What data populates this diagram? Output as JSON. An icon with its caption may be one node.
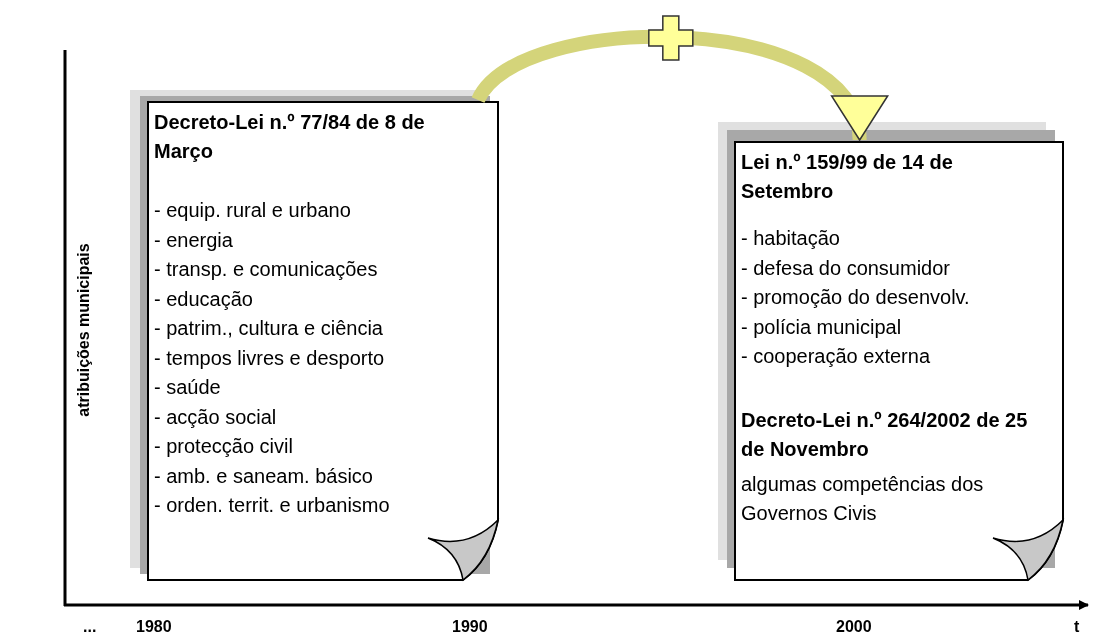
{
  "diagram": {
    "nodes": [
      {
        "text": [
          "Decreto-Lei n.º 77/84 de 8 de Março",
          "- equip. rural e urbano",
          "- energia",
          "- transp. e comunicações",
          "- educação",
          "- patrim., cultura e ciência",
          "- tempos livres e desporto",
          "- saúde",
          "- acção social",
          "- protecção civil",
          "- amb. e saneam. básico",
          "- orden. territ. e urbanismo"
        ]
      },
      {
        "text": [
          "Lei n.º 159/99 de 14 de Setembro",
          "- habitação",
          "- defesa do consumidor",
          "- promoção do desenvolv.",
          "- polícia municipal",
          "- cooperação externa",
          "Decreto-Lei n.º 264/2002 de 25 de Novembro",
          "algumas competências dos Governos Civis"
        ]
      }
    ],
    "edges": [
      {
        "from": 0,
        "to": 1,
        "arrow": "to"
      }
    ],
    "labels": [
      "atribuições municipais",
      "...",
      "1980",
      "1990",
      "2000",
      "t"
    ]
  }
}
